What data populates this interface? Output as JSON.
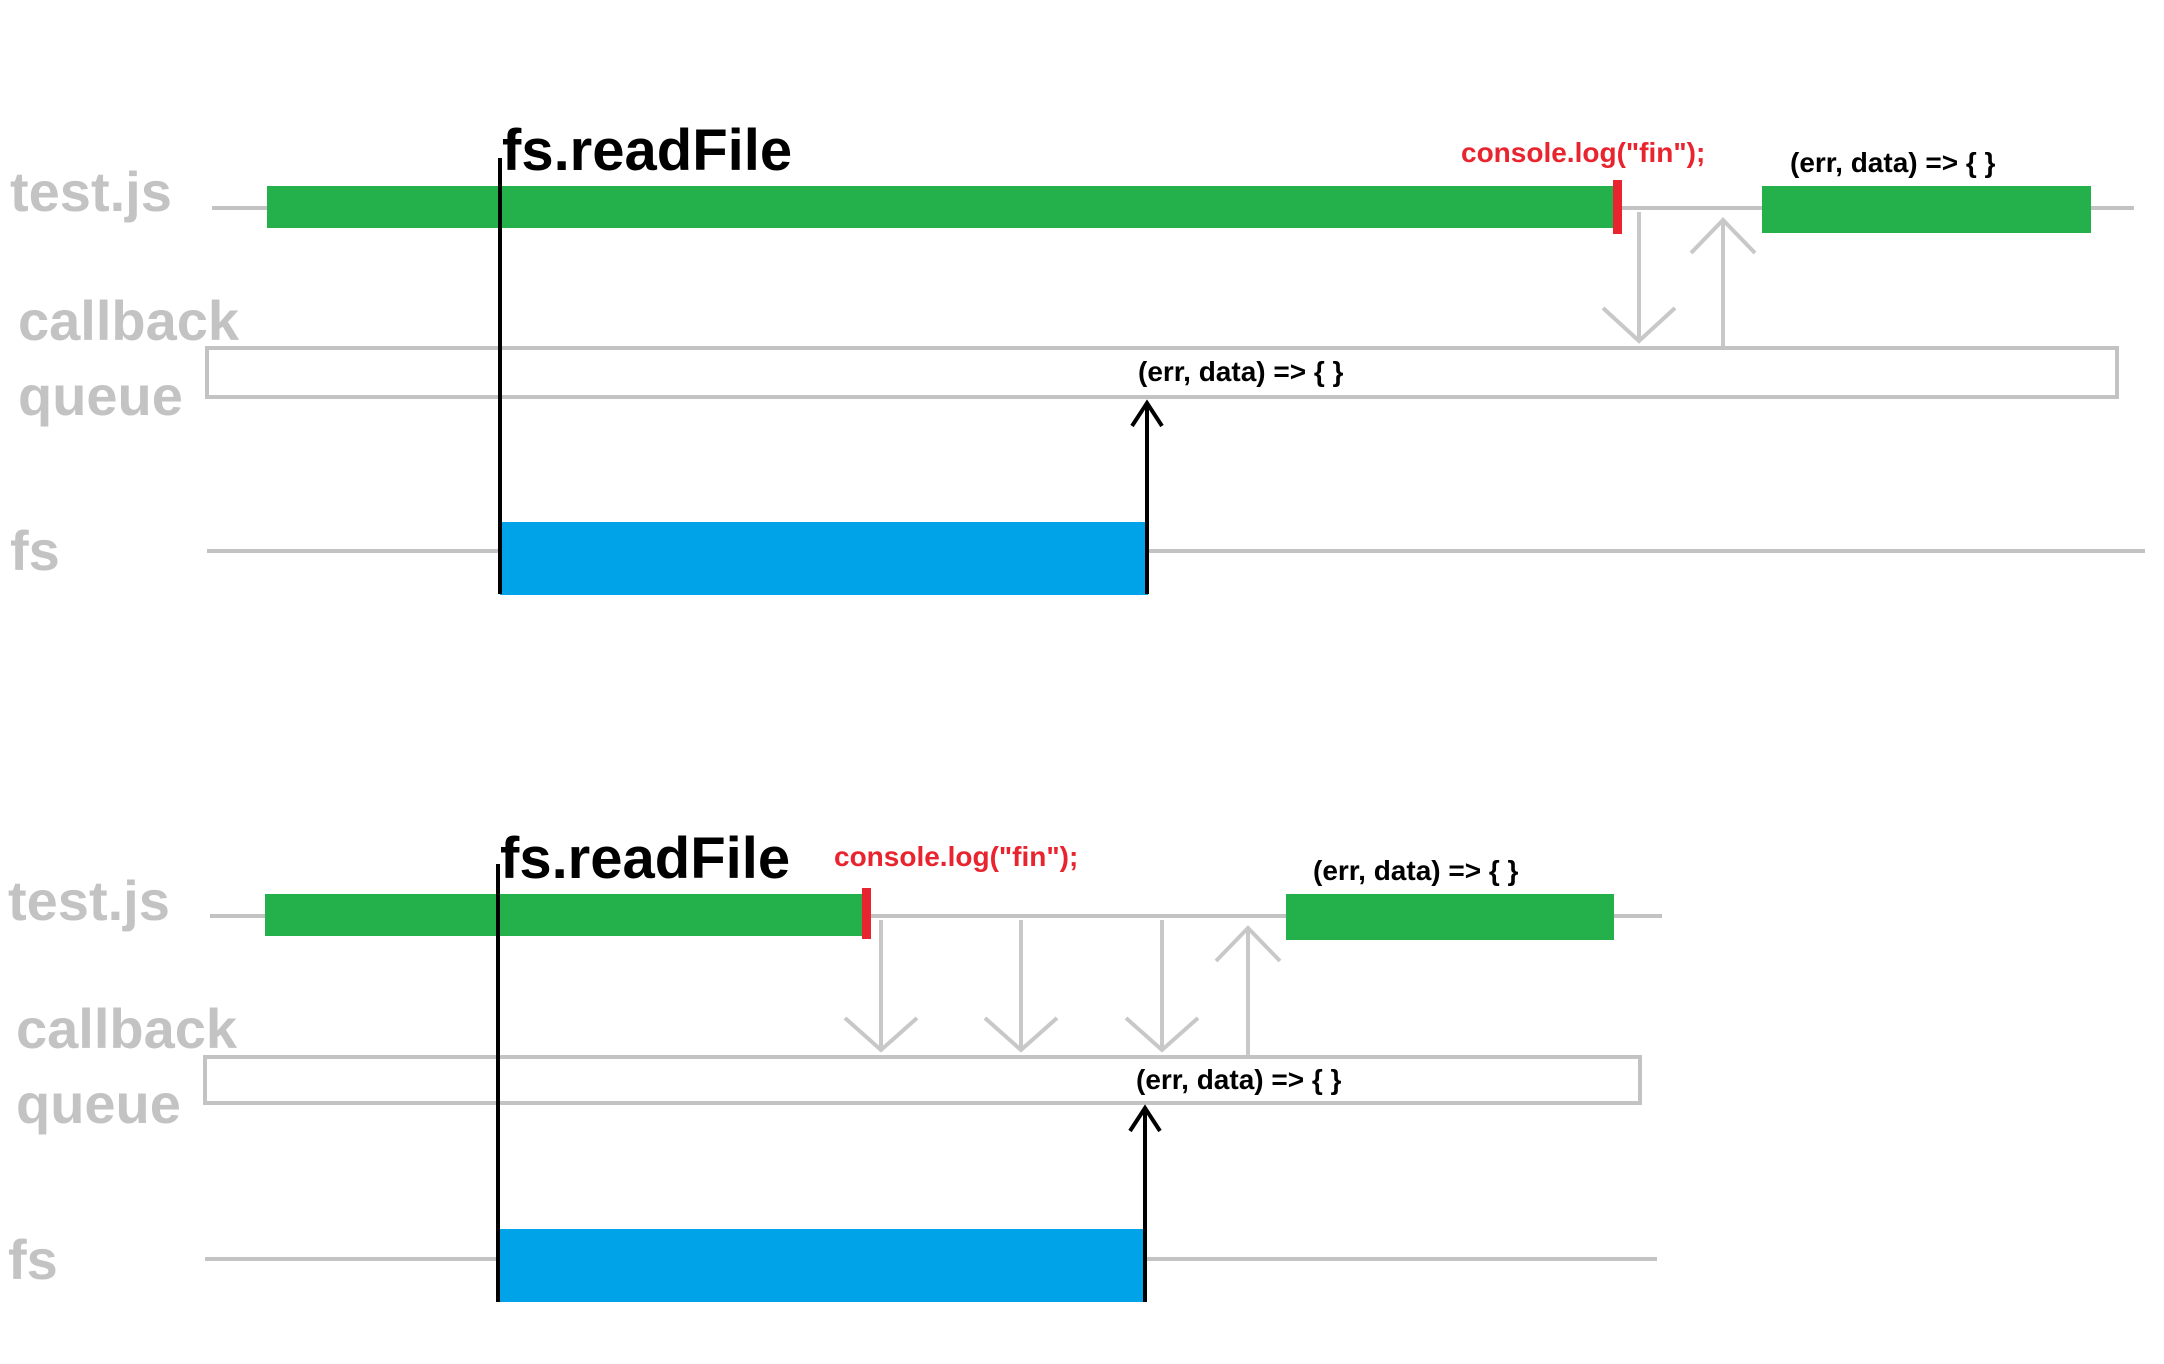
{
  "colors": {
    "main_thread": "#24b14c",
    "fs_work": "#00a2e8",
    "log_marker": "#e8242e",
    "lane_gray": "#c3c3c3",
    "arrow_gray": "#c8c8c8"
  },
  "lanes": {
    "testjs": "test.js",
    "callback_line1": "callback",
    "callback_line2": "queue",
    "fs": "fs"
  },
  "diagrams": [
    {
      "call": "fs.readFile",
      "log": "console.log(\"fin\");",
      "callback_exec": "(err, data) => { }",
      "callback_queued": "(err, data) => { }"
    },
    {
      "call": "fs.readFile",
      "log": "console.log(\"fin\");",
      "callback_exec": "(err, data) => { }",
      "callback_queued": "(err, data) => { }"
    }
  ]
}
